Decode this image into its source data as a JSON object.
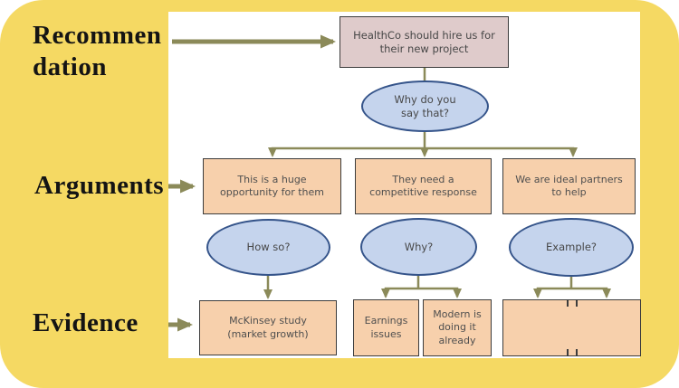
{
  "slide": {
    "row_labels": {
      "recommendation": "Recommen\ndation",
      "arguments": "Arguments",
      "evidence": "Evidence"
    },
    "recommendation_box": "HealthCo should hire us for\ntheir new project",
    "top_question": "Why do you\nsay that?",
    "arguments": [
      {
        "text": "This is a huge\nopportunity for them",
        "question": "How so?"
      },
      {
        "text": "They need a\ncompetitive response",
        "question": "Why?"
      },
      {
        "text": "We are ideal partners\nto help",
        "question": "Example?"
      }
    ],
    "evidence": [
      {
        "text": "McKinsey study\n(market growth)"
      },
      {
        "text": "Earnings\nissues"
      },
      {
        "text": "Modern is\ndoing it\nalready"
      },
      {
        "text": ""
      },
      {
        "text": ""
      }
    ],
    "colors": {
      "background": "#F5D963",
      "panel": "#FFFFFF",
      "connector": "#8B8A59",
      "recommendation_fill": "#DFCBCB",
      "argument_fill": "#F7D0AC",
      "question_fill": "#C5D4ED",
      "question_border": "#35548A",
      "box_border": "#3C3C3C",
      "label_text": "#141414",
      "node_text": "#4F4F4F"
    }
  }
}
